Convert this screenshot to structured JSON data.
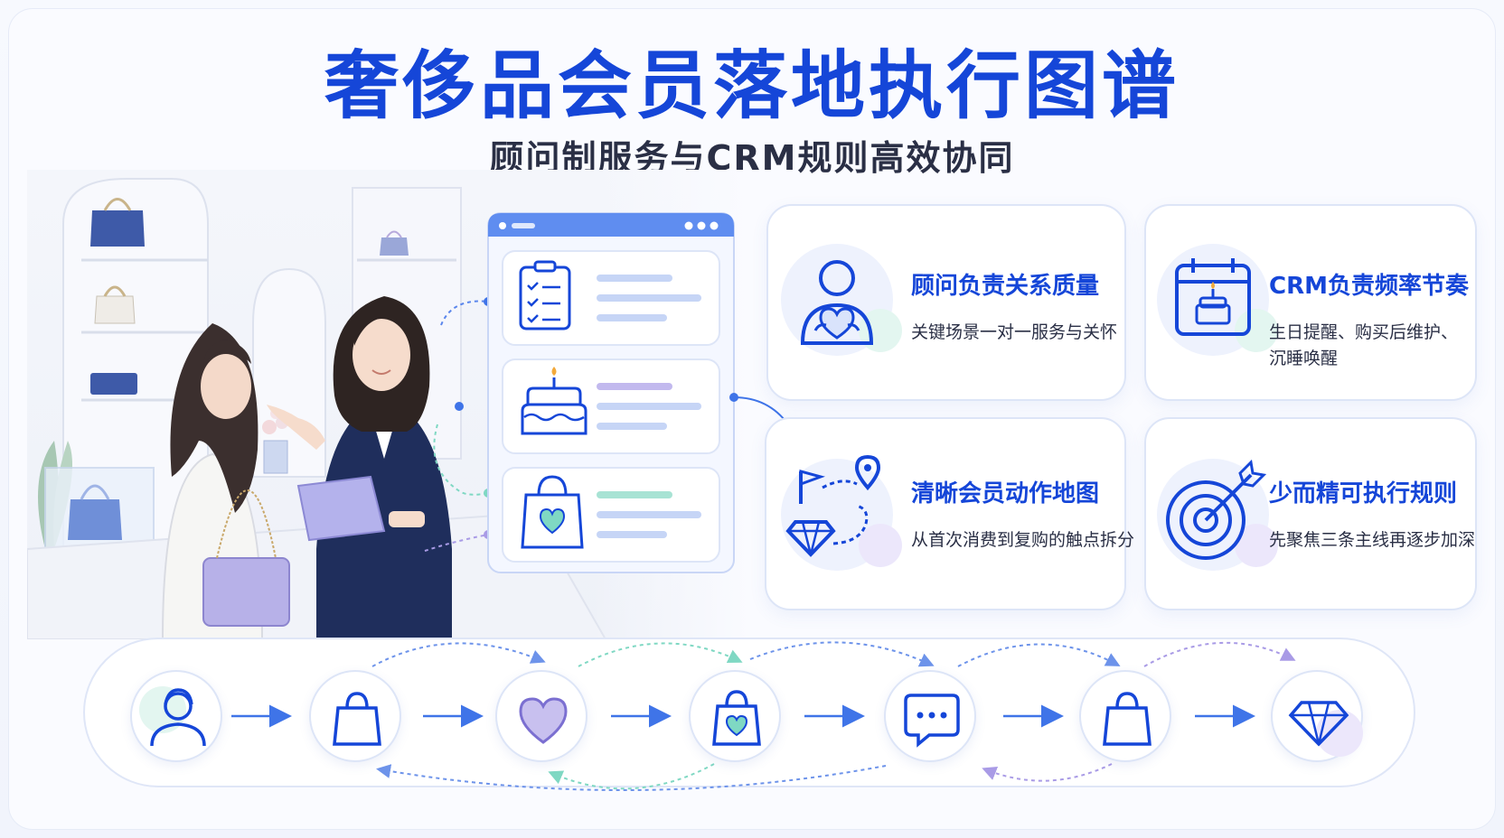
{
  "header": {
    "title": "奢侈品会员落地执行图谱",
    "subtitle": "顾问制服务与CRM规则高效协同"
  },
  "cards": [
    {
      "id": "advisor",
      "title": "顾问负责关系质量",
      "desc": "关键场景一对一服务与关怀",
      "icon": "advisor-heart-icon"
    },
    {
      "id": "crm",
      "title": "CRM负责频率节奏",
      "desc_lines": [
        "生日提醒、购买后维护、",
        "沉睡唤醒"
      ],
      "icon": "calendar-cake-icon"
    },
    {
      "id": "map",
      "title": "清晰会员动作地图",
      "desc": "从首次消费到复购的触点拆分",
      "icon": "route-map-icon"
    },
    {
      "id": "rules",
      "title": "少而精可执行规则",
      "desc": "先聚焦三条主线再逐步加深",
      "icon": "target-arrow-icon"
    }
  ],
  "crm_panel": {
    "rows": [
      "checklist-icon",
      "birthday-cake-icon",
      "shopping-bag-heart-icon"
    ]
  },
  "flow_nodes": [
    "customer-icon",
    "shopping-bag-icon",
    "heart-icon",
    "shopping-bag-heart-icon",
    "chat-icon",
    "shopping-bag-icon",
    "diamond-icon"
  ],
  "colors": {
    "primary": "#1546d8",
    "text": "#2a2f45",
    "accent_purple": "#a99be6",
    "accent_green": "#7fd8c3",
    "line_blue": "#3f74e8"
  }
}
